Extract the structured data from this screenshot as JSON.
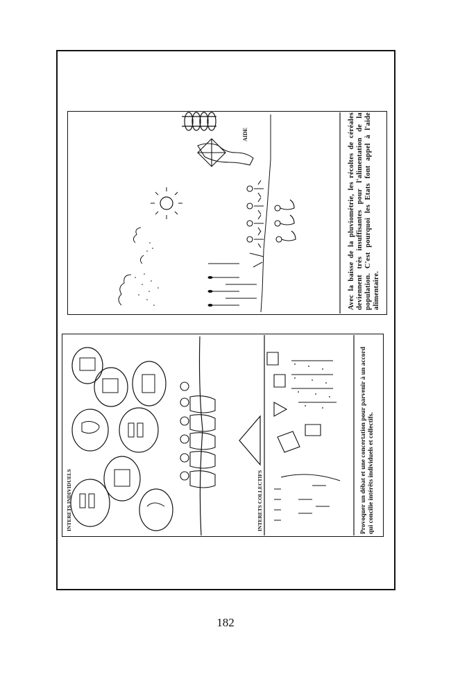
{
  "page_number": "182",
  "right_panel": {
    "caption": "Avec la baisse de la pluviométrie, les récoltes de céréales deviennent très insuffisantes pour l'alimentation de la population. C'est pourquoi les Etats font appel à l'aide alimentaire.",
    "aide_label": "AIDE"
  },
  "left_panel": {
    "label_individual": "INTERETS INDIVIDUELS",
    "label_collective": "INTERETS COLLECTIFS",
    "caption": "Provoquer un débat et une concertation pour parvenir à un accord qui concilie intérêts individuels et collectifs."
  },
  "colors": {
    "ink": "#111111",
    "paper": "#ffffff"
  }
}
